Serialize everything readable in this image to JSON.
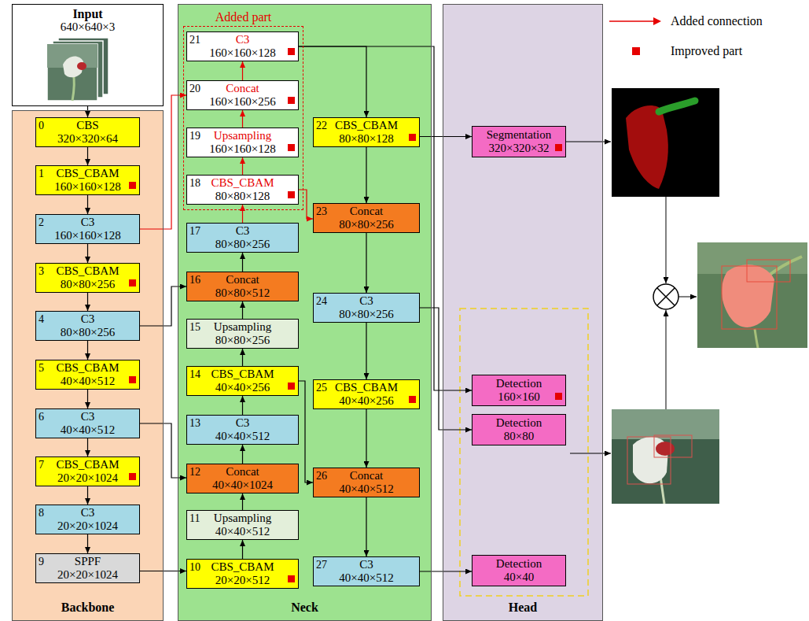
{
  "diagram": {
    "nodes": [
      {
        "text": [
          "Input",
          "640×640×3"
        ]
      },
      {
        "text": [
          "Backbone"
        ]
      },
      {
        "text": [
          "Neck"
        ]
      },
      {
        "text": [
          "Head"
        ]
      },
      {
        "text": [
          "0",
          "CBS",
          "320×320×64"
        ],
        "in": 1
      },
      {
        "text": [
          "1",
          "CBS_CBAM",
          "160×160×128"
        ],
        "in": 1
      },
      {
        "text": [
          "2",
          "C3",
          "160×160×128"
        ],
        "in": 1
      },
      {
        "text": [
          "3",
          "CBS_CBAM",
          "80×80×256"
        ],
        "in": 1
      },
      {
        "text": [
          "4",
          "C3",
          "80×80×256"
        ],
        "in": 1
      },
      {
        "text": [
          "5",
          "CBS_CBAM",
          "40×40×512"
        ],
        "in": 1
      },
      {
        "text": [
          "6",
          "C3",
          "40×40×512"
        ],
        "in": 1
      },
      {
        "text": [
          "7",
          "CBS_CBAM",
          "20×20×1024"
        ],
        "in": 1
      },
      {
        "text": [
          "8",
          "C3",
          "20×20×1024"
        ],
        "in": 1
      },
      {
        "text": [
          "9",
          "SPPF",
          "20×20×1024"
        ],
        "in": 1
      },
      {
        "text": [
          "Added part"
        ],
        "in": 2
      },
      {
        "text": [
          "21",
          "C3",
          "160×160×128"
        ],
        "in": 14
      },
      {
        "text": [
          "20",
          "Concat",
          "160×160×256"
        ],
        "in": 14
      },
      {
        "text": [
          "19",
          "Upsampling",
          "160×160×128"
        ],
        "in": 14
      },
      {
        "text": [
          "18",
          "CBS_CBAM",
          "80×80×128"
        ],
        "in": 14
      },
      {
        "text": [
          "17",
          "C3",
          "80×80×256"
        ],
        "in": 2
      },
      {
        "text": [
          "16",
          "Concat",
          "80×80×512"
        ],
        "in": 2
      },
      {
        "text": [
          "15",
          "Upsampling",
          "80×80×256"
        ],
        "in": 2
      },
      {
        "text": [
          "14",
          "CBS_CBAM",
          "40×40×256"
        ],
        "in": 2
      },
      {
        "text": [
          "13",
          "C3",
          "40×40×512"
        ],
        "in": 2
      },
      {
        "text": [
          "12",
          "Concat",
          "40×40×1024"
        ],
        "in": 2
      },
      {
        "text": [
          "11",
          "Upsampling",
          "40×40×512"
        ],
        "in": 2
      },
      {
        "text": [
          "10",
          "CBS_CBAM",
          "20×20×512"
        ],
        "in": 2
      },
      {
        "text": [
          "22",
          "CBS_CBAM",
          "80×80×128"
        ],
        "in": 2
      },
      {
        "text": [
          "23",
          "Concat",
          "80×80×256"
        ],
        "in": 2
      },
      {
        "text": [
          "24",
          "C3",
          "80×80×256"
        ],
        "in": 2
      },
      {
        "text": [
          "25",
          "CBS_CBAM",
          "40×40×256"
        ],
        "in": 2
      },
      {
        "text": [
          "26",
          "Concat",
          "40×40×512"
        ],
        "in": 2
      },
      {
        "text": [
          "27",
          "C3",
          "40×40×512"
        ],
        "in": 2
      },
      {
        "text": [
          "Segmentation",
          "320×320×32"
        ],
        "in": 3
      },
      {
        "text": [
          "Detection",
          "160×160"
        ],
        "in": 3
      },
      {
        "text": [
          "Detection",
          "80×80"
        ],
        "in": 3
      },
      {
        "text": [
          "Detection",
          "40×40"
        ],
        "in": 3
      }
    ],
    "edges": [
      {
        "from": 0,
        "to": 4,
        "arrow": "to"
      },
      {
        "from": 4,
        "to": 5,
        "arrow": "to"
      },
      {
        "from": 5,
        "to": 6,
        "arrow": "to"
      },
      {
        "from": 6,
        "to": 7,
        "arrow": "to"
      },
      {
        "from": 7,
        "to": 8,
        "arrow": "to"
      },
      {
        "from": 8,
        "to": 9,
        "arrow": "to"
      },
      {
        "from": 9,
        "to": 10,
        "arrow": "to"
      },
      {
        "from": 10,
        "to": 11,
        "arrow": "to"
      },
      {
        "from": 11,
        "to": 12,
        "arrow": "to"
      },
      {
        "from": 12,
        "to": 13,
        "arrow": "to"
      },
      {
        "from": 13,
        "to": 26,
        "arrow": "to"
      },
      {
        "from": 26,
        "to": 25,
        "arrow": "to"
      },
      {
        "from": 25,
        "to": 24,
        "arrow": "to"
      },
      {
        "from": 24,
        "to": 23,
        "arrow": "to"
      },
      {
        "from": 23,
        "to": 22,
        "arrow": "to"
      },
      {
        "from": 22,
        "to": 21,
        "arrow": "to"
      },
      {
        "from": 21,
        "to": 20,
        "arrow": "to"
      },
      {
        "from": 20,
        "to": 19,
        "arrow": "to"
      },
      {
        "from": 19,
        "to": 18,
        "arrow": "to"
      },
      {
        "from": 18,
        "to": 17,
        "arrow": "to"
      },
      {
        "from": 17,
        "to": 16,
        "arrow": "to"
      },
      {
        "from": 16,
        "to": 15,
        "arrow": "to"
      },
      {
        "from": 10,
        "to": 24,
        "arrow": "to"
      },
      {
        "from": 8,
        "to": 20,
        "arrow": "to"
      },
      {
        "from": 6,
        "to": 16,
        "arrow": "to"
      },
      {
        "from": 22,
        "to": 31,
        "arrow": "to"
      },
      {
        "from": 18,
        "to": 28,
        "arrow": "to"
      },
      {
        "from": 15,
        "to": 27,
        "arrow": "to"
      },
      {
        "from": 15,
        "to": 34,
        "arrow": "to"
      },
      {
        "from": 27,
        "to": 33,
        "arrow": "to"
      },
      {
        "from": 27,
        "to": 28,
        "arrow": "to"
      },
      {
        "from": 28,
        "to": 29,
        "arrow": "to"
      },
      {
        "from": 29,
        "to": 30,
        "arrow": "to"
      },
      {
        "from": 30,
        "to": 31,
        "arrow": "to"
      },
      {
        "from": 31,
        "to": 32,
        "arrow": "to"
      },
      {
        "from": 29,
        "to": 35,
        "arrow": "to"
      },
      {
        "from": 32,
        "to": 36,
        "arrow": "to"
      }
    ],
    "legend": [
      {
        "text": "Added connection"
      },
      {
        "text": "Improved part",
        "color": "#e60000"
      }
    ]
  }
}
